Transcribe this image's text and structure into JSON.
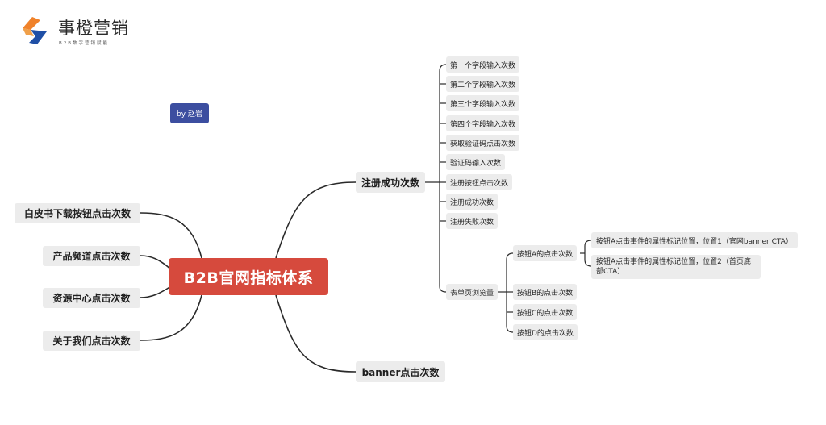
{
  "logo": {
    "name": "事橙营销",
    "tagline": "B2B数字营销赋能",
    "colors": {
      "orange": "#f0822a",
      "blue": "#1f4fa6"
    }
  },
  "author_badge": "by 赵岩",
  "root": {
    "label": "B2B官网指标体系",
    "color": "#d64a3d"
  },
  "left_nodes": [
    "白皮书下载按钮点击次数",
    "产品频道点击次数",
    "资源中心点击次数",
    "关于我们点击次数"
  ],
  "register": {
    "label": "注册成功次数",
    "children": [
      "第一个字段输入次数",
      "第二个字段输入次数",
      "第三个字段输入次数",
      "第四个字段输入次数",
      "获取验证码点击次数",
      "验证码输入次数",
      "注册按钮点击次数",
      "注册成功次数",
      "注册失败次数"
    ],
    "form_views": {
      "label": "表单页浏览量",
      "buttons": [
        {
          "label": "按钮A的点击次数",
          "children": [
            "按钮A点击事件的属性标记位置，位置1（官网banner CTA）",
            "按钮A点击事件的属性标记位置，位置2（首页底部CTA）"
          ]
        },
        {
          "label": "按钮B的点击次数"
        },
        {
          "label": "按钮C的点击次数"
        },
        {
          "label": "按钮D的点击次数"
        }
      ]
    }
  },
  "banner": {
    "label": "banner点击次数"
  },
  "colors": {
    "connector": "#2a2a2a",
    "node_bg": "#ececec",
    "badge": "#3c4ea0"
  }
}
